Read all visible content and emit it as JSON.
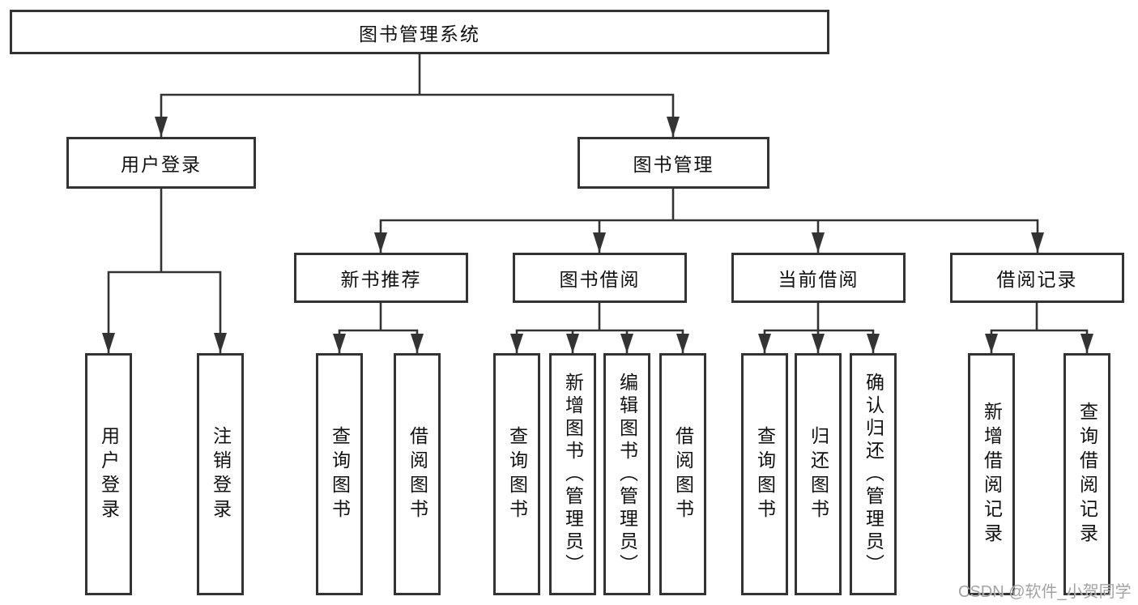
{
  "diagram": {
    "root": {
      "label": "图书管理系统"
    },
    "branches": [
      {
        "label": "用户登录",
        "children": [
          {
            "label": "用户登录"
          },
          {
            "label": "注销登录"
          }
        ]
      },
      {
        "label": "图书管理",
        "children": [
          {
            "label": "新书推荐",
            "children": [
              {
                "label": "查询图书"
              },
              {
                "label": "借阅图书"
              }
            ]
          },
          {
            "label": "图书借阅",
            "children": [
              {
                "label": "查询图书"
              },
              {
                "label": "新增图书（管理员）"
              },
              {
                "label": "编辑图书（管理员）"
              },
              {
                "label": "借阅图书"
              }
            ]
          },
          {
            "label": "当前借阅",
            "children": [
              {
                "label": "查询图书"
              },
              {
                "label": "归还图书"
              },
              {
                "label": "确认归还（管理员）"
              }
            ]
          },
          {
            "label": "借阅记录",
            "children": [
              {
                "label": "新增借阅记录"
              },
              {
                "label": "查询借阅记录"
              }
            ]
          }
        ]
      }
    ]
  },
  "watermark": {
    "text": "CSDN @软件_小贺同学"
  },
  "colors": {
    "line": "#333333",
    "box_border": "#333333",
    "text": "#111111",
    "background": "#ffffff",
    "watermark": "#9e9e9e"
  }
}
